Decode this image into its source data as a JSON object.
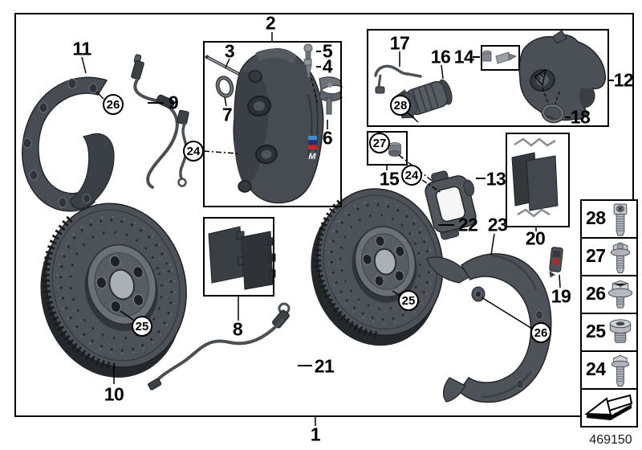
{
  "diagram": {
    "number": "469150",
    "caliper_logo": "M"
  },
  "callouts": {
    "1": "1",
    "2": "2",
    "3": "3",
    "4": "4",
    "5": "5",
    "6": "6",
    "7": "7",
    "8": "8",
    "9": "9",
    "10": "10",
    "11": "11",
    "12": "12",
    "13": "13",
    "14": "14",
    "15": "15",
    "16": "16",
    "17": "17",
    "18": "18",
    "19": "19",
    "20": "20",
    "21": "21",
    "22": "22",
    "23": "23",
    "24": "24",
    "25": "25",
    "26": "26",
    "27": "27",
    "28": "28"
  },
  "sidebar": {
    "rows": [
      {
        "label": "28",
        "icon": "socket-head-cap-screw-icon"
      },
      {
        "label": "27",
        "icon": "torx-flange-bolt-icon"
      },
      {
        "label": "26",
        "icon": "hex-bolt-with-washer-icon"
      },
      {
        "label": "25",
        "icon": "screw-plug-icon"
      },
      {
        "label": "24",
        "icon": "hex-flange-bolt-icon"
      }
    ],
    "footer_icon": "installation-direction-arrow"
  },
  "colors": {
    "line": "#000000",
    "part_dark": "#33383d",
    "part_mid": "#4b5157",
    "part_light": "#9aa0a5",
    "m_blue": "#3f8fd4",
    "m_navy": "#1e2f7d",
    "m_red": "#d2232a",
    "marker_red": "#b6252a"
  }
}
